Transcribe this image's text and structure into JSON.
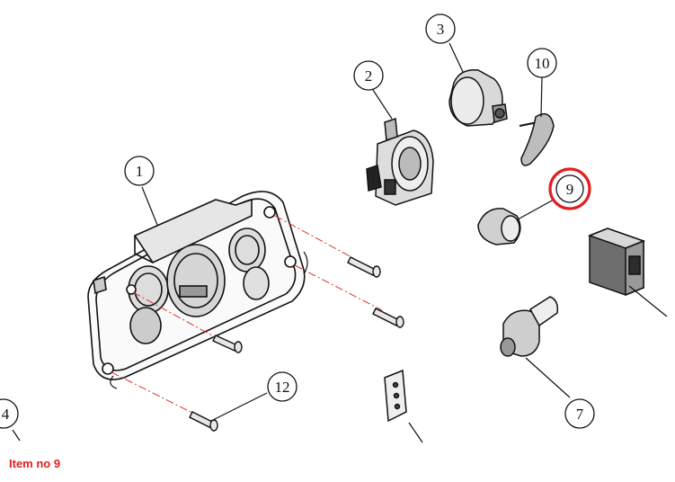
{
  "diagram": {
    "callouts": [
      {
        "id": "1",
        "label": "1"
      },
      {
        "id": "2",
        "label": "2"
      },
      {
        "id": "3",
        "label": "3"
      },
      {
        "id": "4",
        "label": "4"
      },
      {
        "id": "7",
        "label": "7"
      },
      {
        "id": "9",
        "label": "9"
      },
      {
        "id": "10",
        "label": "10"
      },
      {
        "id": "12",
        "label": "12"
      }
    ],
    "highlighted": "9",
    "highlight_color": "#e02020",
    "line_color": "#111111",
    "leader_dash_color": "#e03030"
  },
  "caption": {
    "text": "Item no 9",
    "color": "#e02020"
  }
}
